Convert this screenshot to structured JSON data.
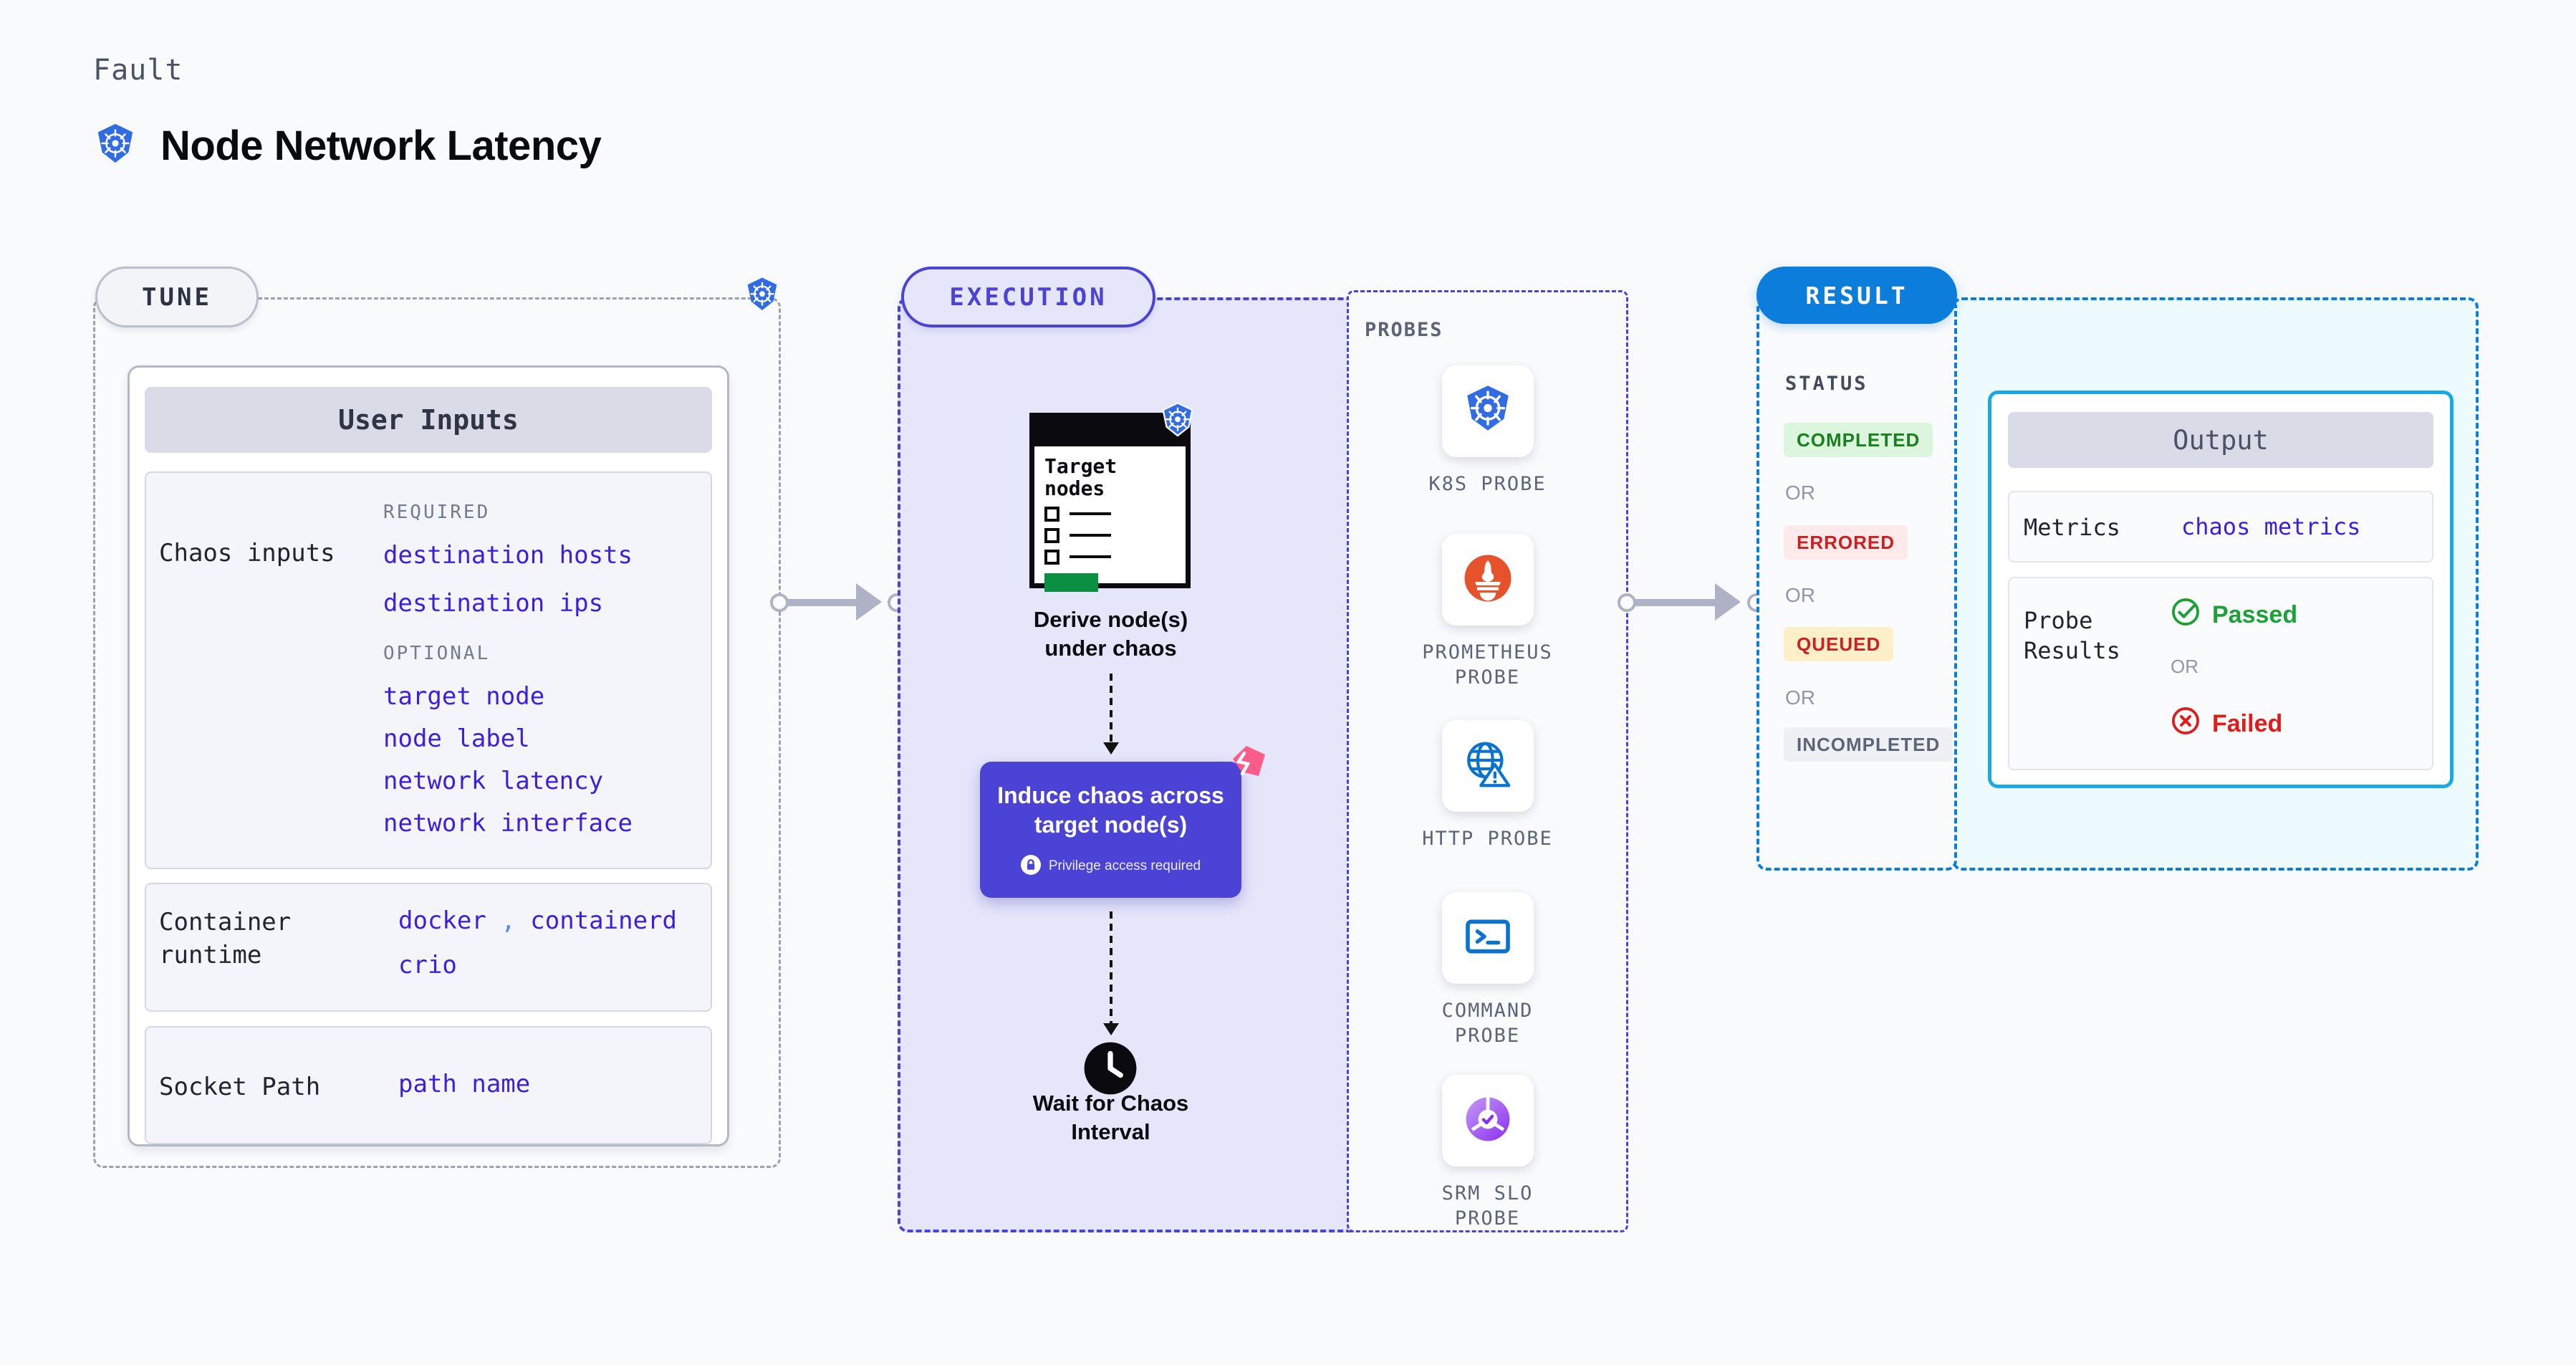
{
  "header": {
    "eyebrow": "Fault",
    "title": "Node Network Latency",
    "icon": "kubernetes-icon"
  },
  "tune": {
    "pill_label": "TUNE",
    "boundary_icon": "kubernetes-icon",
    "card_title": "User Inputs",
    "chaos_inputs": {
      "label": "Chaos inputs",
      "required_heading": "REQUIRED",
      "required": [
        "destination hosts",
        "destination ips"
      ],
      "optional_heading": "OPTIONAL",
      "optional": [
        "target node",
        "node label",
        "network latency",
        "network interface"
      ]
    },
    "container_runtime": {
      "label_line1": "Container",
      "label_line2": "runtime",
      "values_line1": [
        "docker",
        "containerd"
      ],
      "separator": ",",
      "values_line2": [
        "crio"
      ]
    },
    "socket_path": {
      "label": "Socket Path",
      "value": "path name"
    }
  },
  "execution": {
    "pill_label": "EXECUTION",
    "target_card": {
      "title_line1": "Target",
      "title_line2": "nodes",
      "badge_icon": "kubernetes-icon",
      "checkbox_count": 3,
      "progress_color": "#0a8f43"
    },
    "steps": [
      {
        "label_line1": "Derive node(s)",
        "label_line2": "under chaos"
      },
      {
        "label_line1": "Wait for Chaos",
        "label_line2": "Interval",
        "icon": "clock-icon"
      }
    ],
    "chaos_box": {
      "title_line1": "Induce chaos across",
      "title_line2": "target node(s)",
      "note": "Privilege access required",
      "note_icon": "lock-icon",
      "badge_icon": "harness-logo",
      "color": "#4b42d6"
    }
  },
  "probes": {
    "title": "PROBES",
    "items": [
      {
        "name_line1": "K8S",
        "name_line2": "PROBE",
        "icon": "kubernetes-icon"
      },
      {
        "name_line1": "PROMETHEUS",
        "name_line2": "PROBE",
        "icon": "prometheus-icon"
      },
      {
        "name_line1": "HTTP",
        "name_line2": "PROBE",
        "icon": "http-globe-icon"
      },
      {
        "name_line1": "COMMAND",
        "name_line2": "PROBE",
        "icon": "terminal-icon"
      },
      {
        "name_line1": "SRM SLO",
        "name_line2": "PROBE",
        "icon": "srm-slo-icon"
      }
    ]
  },
  "result": {
    "pill_label": "RESULT",
    "status_title": "STATUS",
    "or_label": "OR",
    "statuses": [
      {
        "label": "COMPLETED",
        "bg": "#dcf5dd",
        "color": "#18801f"
      },
      {
        "label": "ERRORED",
        "bg": "#fdeaea",
        "color": "#cc2020"
      },
      {
        "label": "QUEUED",
        "bg": "#fdf0c8",
        "color": "#cc2020"
      },
      {
        "label": "INCOMPLETED",
        "bg": "#eef0f4",
        "color": "#5c6478"
      }
    ],
    "output": {
      "title": "Output",
      "metrics": {
        "label": "Metrics",
        "value": "chaos metrics"
      },
      "probe_results": {
        "label_line1": "Probe",
        "label_line2": "Results",
        "or_label": "OR",
        "passed": {
          "label": "Passed",
          "icon": "check-circle-icon",
          "color": "#1ba138"
        },
        "failed": {
          "label": "Failed",
          "icon": "x-circle-icon",
          "color": "#e01b1b"
        }
      }
    }
  }
}
